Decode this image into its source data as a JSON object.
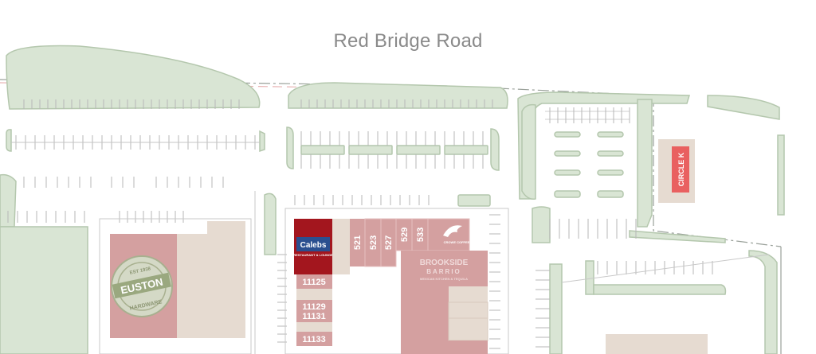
{
  "road": {
    "name": "Red Bridge Road"
  },
  "colors": {
    "green": "#d9e5d4",
    "green_stroke": "#b4c7ad",
    "tan": "#e6dbd1",
    "red_unit": "#d4a0a0",
    "red_unit_dark": "#c99292",
    "feature_tenant": "#a3161e",
    "line": "#9aa19a"
  },
  "tenants": {
    "calebs": {
      "name": "Calebs",
      "subtitle": "RESTAURANT & LOUNGE",
      "icon": "fork-knife-icon"
    },
    "euston": {
      "name": "EUSTON",
      "tagline": "HARDWARE",
      "badge": "EST 1938"
    },
    "crowe": {
      "name": "CROWE COFFEE",
      "icon": "crow-icon"
    },
    "brookside": {
      "name": "BROOKSIDE",
      "subtitle": "BARRIO",
      "tag": "MEXICAN KITCHEN & TEQUILA"
    },
    "circle_k": {
      "name": "CIRCLE K"
    }
  },
  "units": {
    "u521": "521",
    "u523": "523",
    "u527": "527",
    "u529": "529",
    "u533": "533",
    "u11125": "11125",
    "u11129": "11129",
    "u11131": "11131",
    "u11133": "11133"
  }
}
